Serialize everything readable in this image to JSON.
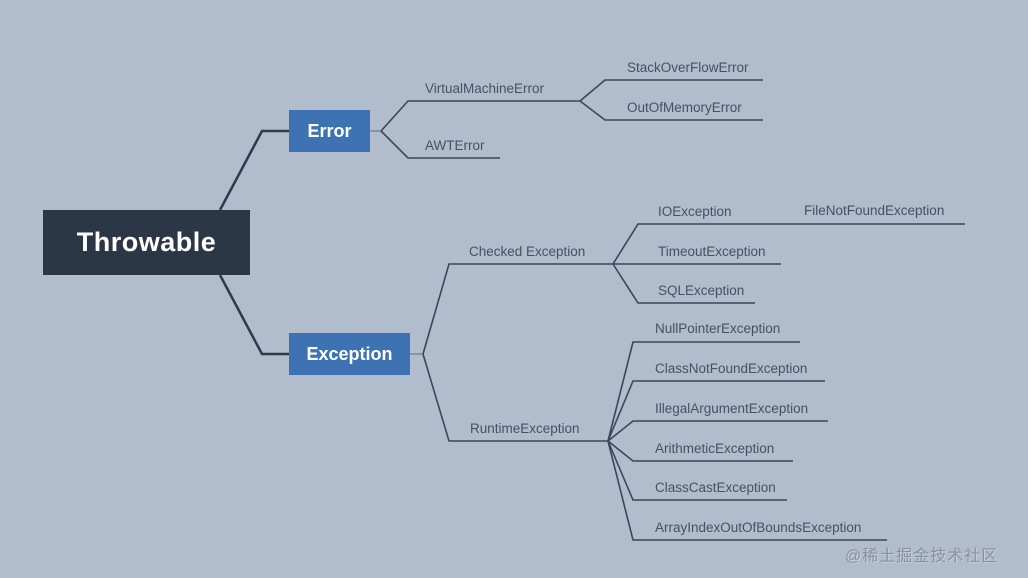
{
  "diagram": {
    "title_node": {
      "label": "Throwable"
    },
    "branches": [
      {
        "label": "Error",
        "children": [
          {
            "label": "VirtualMachineError",
            "children": [
              {
                "label": "StackOverFlowError"
              },
              {
                "label": "OutOfMemoryError"
              }
            ]
          },
          {
            "label": "AWTError"
          }
        ]
      },
      {
        "label": "Exception",
        "children": [
          {
            "label": "Checked Exception",
            "children": [
              {
                "label": "IOException",
                "children": [
                  {
                    "label": "FileNotFoundException"
                  }
                ]
              },
              {
                "label": "TimeoutException"
              },
              {
                "label": "SQLException"
              }
            ]
          },
          {
            "label": "RuntimeException",
            "children": [
              {
                "label": "NullPointerException"
              },
              {
                "label": "ClassNotFoundException"
              },
              {
                "label": "IllegalArgumentException"
              },
              {
                "label": "ArithmeticException"
              },
              {
                "label": "ClassCastException"
              },
              {
                "label": "ArrayIndexOutOfBoundsException"
              }
            ]
          }
        ]
      }
    ],
    "watermark": "@稀土掘金技术社区",
    "colors": {
      "background": "#b1bccd",
      "root_box": "#2b3747",
      "branch_box": "#3d73b2",
      "root_connector": "#2f3a4d",
      "branch_line": "#3b465a",
      "stub_line": "#8a93a1",
      "label_text": "#475164"
    }
  }
}
